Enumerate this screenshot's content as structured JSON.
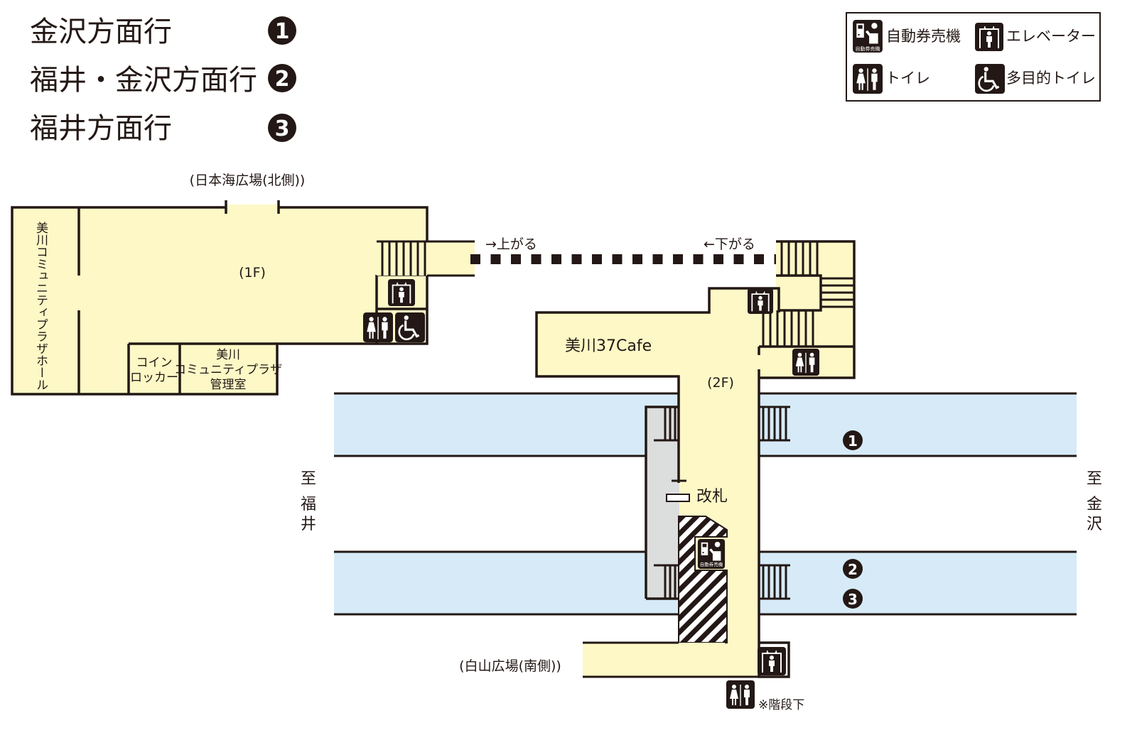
{
  "lines_legend": [
    {
      "name": "金沢方面行",
      "platform": "1"
    },
    {
      "name": "福井・金沢方面行",
      "platform": "2"
    },
    {
      "name": "福井方面行",
      "platform": "3"
    }
  ],
  "icon_legend": [
    {
      "icon": "ticket-machine-icon",
      "label": "自動券売機",
      "sub": "自動券売機"
    },
    {
      "icon": "elevator-icon",
      "label": "エレベーター"
    },
    {
      "icon": "toilet-icon",
      "label": "トイレ"
    },
    {
      "icon": "accessible-toilet-icon",
      "label": "多目的トイレ"
    }
  ],
  "map": {
    "north_exit": "(日本海広場(北側))",
    "south_exit": "(白山広場(南側))",
    "floor_1f": "(1F)",
    "floor_2f": "(2F)",
    "hall": "美川コミュニティプラザホール",
    "coin_locker": [
      "コイン",
      "ロッカー"
    ],
    "office": [
      "美川",
      "コミュニティプラザ",
      "管理室"
    ],
    "cafe": "美川37Cafe",
    "up": "→上がる",
    "down": "←下がる",
    "gate": "改札",
    "ticket_machine_sub": "自動券売機",
    "to_fukui": [
      "至",
      "福",
      "井"
    ],
    "to_kanazawa": [
      "至",
      "金",
      "沢"
    ],
    "under_stairs_note": "※階段下",
    "platforms": [
      "1",
      "2",
      "3"
    ]
  },
  "colors": {
    "floor": "#fdf8c6",
    "track": "#d6ebf7",
    "concourse_grey": "#dcdddd",
    "ink": "#231815"
  }
}
